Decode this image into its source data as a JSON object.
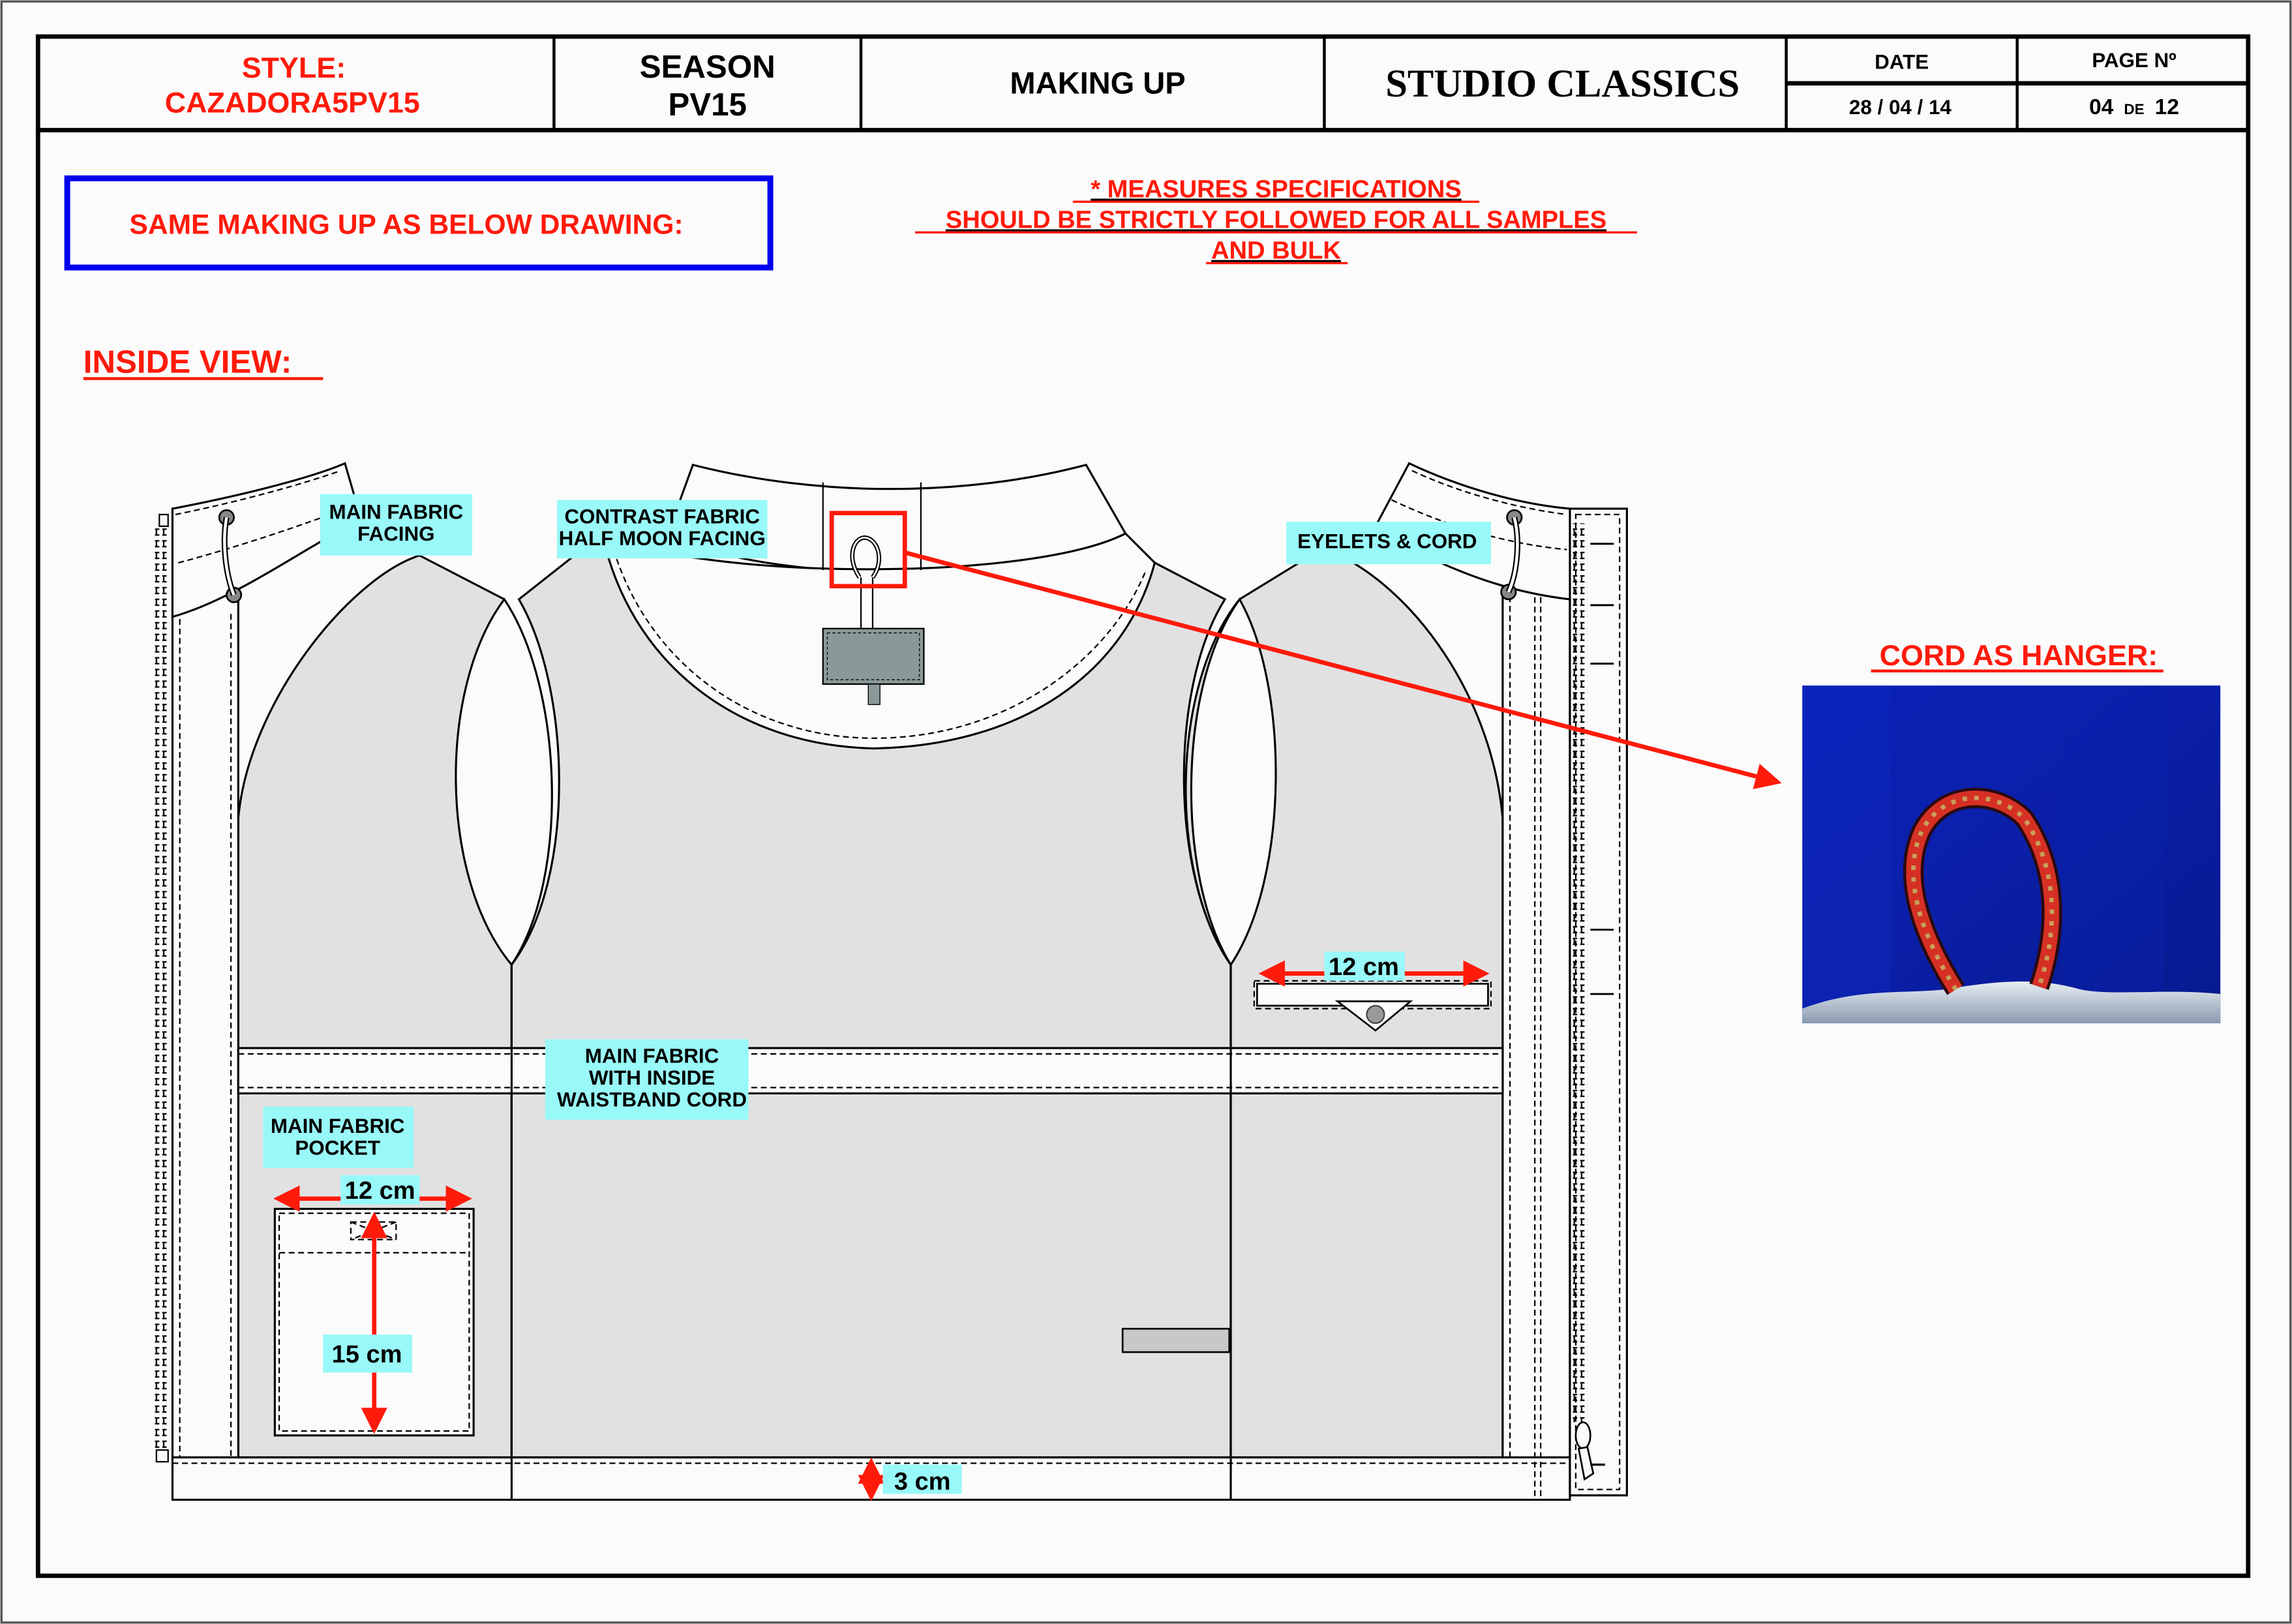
{
  "header": {
    "style_label": "STYLE:",
    "style_value": "CAZADORA5PV15",
    "season_label": "SEASON",
    "season_value": "PV15",
    "section": "MAKING UP",
    "brand": "STUDIO CLASSICS",
    "date_label": "DATE",
    "date_value": "28 / 04 / 14",
    "page_label": "PAGE Nº",
    "page_current": "04",
    "page_sep": "DE",
    "page_total": "12"
  },
  "notice": {
    "same_making_up": "SAME MAKING UP AS BELOW DRAWING:",
    "measures_lines": [
      "* MEASURES SPECIFICATIONS",
      "SHOULD BE STRICTLY FOLLOWED FOR ALL SAMPLES",
      "AND BULK"
    ]
  },
  "view_title": "INSIDE VIEW:",
  "labels": {
    "main_fabric_facing": [
      "MAIN FABRIC",
      "FACING"
    ],
    "contrast_fabric": [
      "CONTRAST FABRIC",
      "HALF MOON FACING"
    ],
    "eyelets_cord": [
      "EYELETS & CORD"
    ],
    "waistband": [
      "MAIN FABRIC",
      "WITH INSIDE",
      "WAISTBAND CORD"
    ],
    "pocket": [
      "MAIN FABRIC",
      "POCKET"
    ]
  },
  "measurements": {
    "pocket_width": "12 cm",
    "pocket_height": "15 cm",
    "welt_pocket_width": "12 cm",
    "hem_height": "3 cm"
  },
  "detail": {
    "title": "CORD AS HANGER:",
    "photo_alt": "cord-hanger-photo"
  },
  "colors": {
    "accent_red": "#ff1a0a",
    "label_cyan": "#99f8f8",
    "frame_blue": "#0000ee",
    "garment_grey": "#e1e1e1",
    "tag_grey": "#8a9898"
  }
}
